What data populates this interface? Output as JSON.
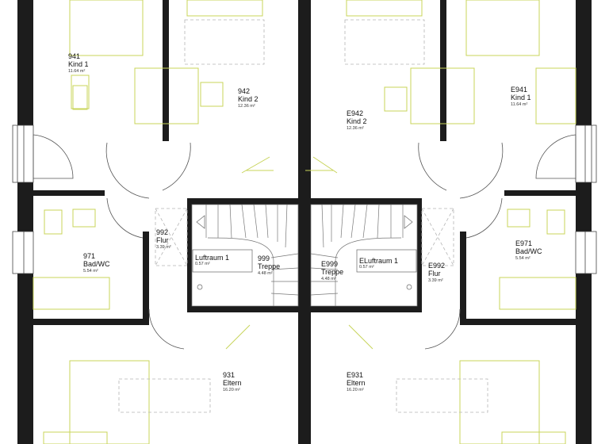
{
  "rooms": {
    "r941": {
      "number": "941",
      "name": "Kind 1",
      "area": "11.64 m²"
    },
    "r942": {
      "number": "942",
      "name": "Kind 2",
      "area": "12.36 m²"
    },
    "rE942": {
      "number": "E942",
      "name": "Kind 2",
      "area": "12.36 m²"
    },
    "rE941": {
      "number": "E941",
      "name": "Kind 1",
      "area": "11.64 m²"
    },
    "r992": {
      "number": "992",
      "name": "Flur",
      "area": "3.39 m²"
    },
    "r971": {
      "number": "971",
      "name": "Bad/WC",
      "area": "5.54 m²"
    },
    "rLR1": {
      "number": "",
      "name": "Luftraum 1",
      "area": "0.57 m²"
    },
    "r999": {
      "number": "999",
      "name": "Treppe",
      "area": "4.48 m²"
    },
    "rE999": {
      "number": "E999",
      "name": "Treppe",
      "area": "4.48 m²"
    },
    "rELR1": {
      "number": "",
      "name": "ELuftraum 1",
      "area": "0.57 m²"
    },
    "rE992": {
      "number": "E992",
      "name": "Flur",
      "area": "3.39 m²"
    },
    "rE971": {
      "number": "E971",
      "name": "Bad/WC",
      "area": "5.54 m²"
    },
    "r931": {
      "number": "931",
      "name": "Eltern",
      "area": "16.20 m²"
    },
    "rE931": {
      "number": "E931",
      "name": "Eltern",
      "area": "16.20 m²"
    }
  },
  "colors": {
    "wall": "#1c1c1c",
    "furniture": "#c8d45a",
    "background": "#ffffff"
  }
}
